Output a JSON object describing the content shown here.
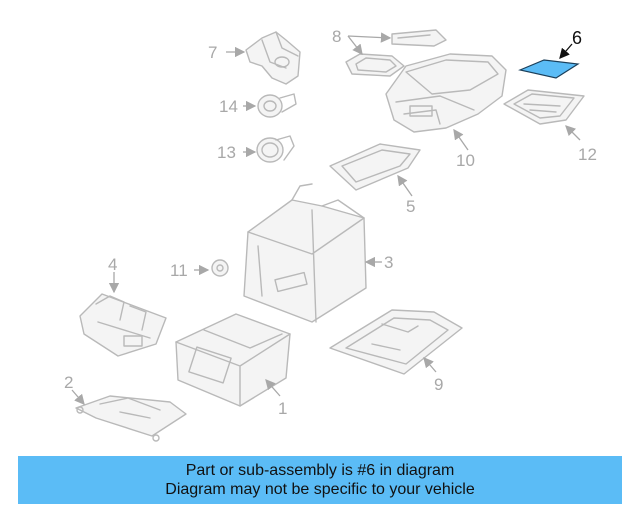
{
  "colors": {
    "banner_background": "#5bbcf6",
    "highlighted_part": "#5bbcf6",
    "part_outline": "#b9b9b9",
    "callout_muted": "#a8a8a8",
    "callout_highlight": "#111111"
  },
  "diagram": {
    "highlighted_part": "6",
    "callouts": {
      "c1": "1",
      "c2": "2",
      "c3": "3",
      "c4": "4",
      "c5": "5",
      "c6": "6",
      "c7": "7",
      "c8": "8",
      "c9": "9",
      "c10": "10",
      "c11": "11",
      "c12": "12",
      "c13": "13",
      "c14": "14"
    }
  },
  "banner": {
    "line1": "Part or sub-assembly is #6 in diagram",
    "line2": "Diagram may not be specific to your vehicle"
  }
}
